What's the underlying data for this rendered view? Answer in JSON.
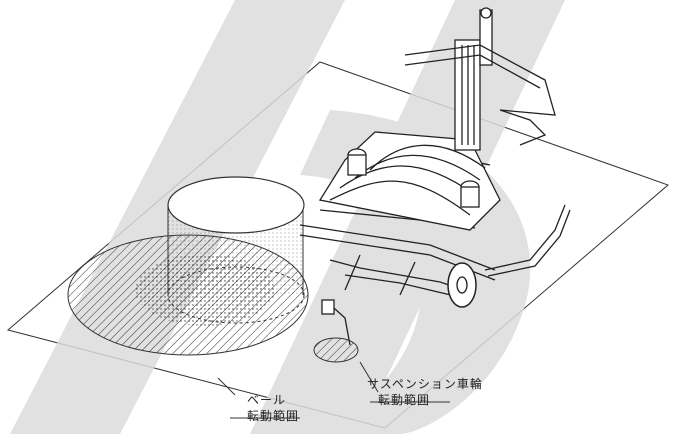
{
  "labels": {
    "bale_line1": "ベール",
    "bale_line2": "転動範囲",
    "suspension_line1": "サスペンション車輪",
    "suspension_line2": "転動範囲"
  },
  "colors": {
    "ink": "#222222",
    "watermark": "#d8d8d8",
    "background": "#ffffff"
  }
}
